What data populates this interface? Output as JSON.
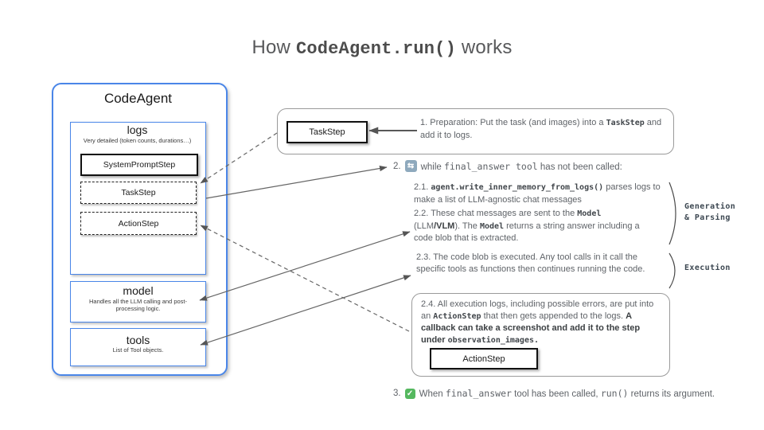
{
  "title": {
    "prefix": "How ",
    "code": "CodeAgent.run()",
    "suffix": " works"
  },
  "agent": {
    "name": "CodeAgent",
    "logs": {
      "title": "logs",
      "subtitle": "Very detailed (token counts, durations…)",
      "steps": [
        {
          "label": "SystemPromptStep",
          "style": "solid"
        },
        {
          "label": "TaskStep",
          "style": "dashed"
        },
        {
          "label": "ActionStep",
          "style": "dashed"
        }
      ]
    },
    "model": {
      "title": "model",
      "subtitle": "Handles all the LLM calling and post-processing logic."
    },
    "tools": {
      "title": "tools",
      "subtitle": "List of Tool objects."
    }
  },
  "steps": {
    "s1": {
      "box_label": "TaskStep",
      "parts": [
        "1.  Preparation: Put the task (and images) into a ",
        "TaskStep",
        " and add it to logs."
      ]
    },
    "s2": {
      "num": "2.",
      "icon": "loop-repeat-icon",
      "parts": [
        "while ",
        "final_answer tool",
        "  has not been called:"
      ]
    },
    "s21": {
      "parts": [
        "2.1.  ",
        "agent.write_inner_memory_from_logs()",
        "  parses logs to make a list of LLM-agnostic chat messages"
      ]
    },
    "s22": {
      "parts": [
        "2.2. These chat messages are sent to the ",
        "Model",
        " (LLM",
        "/VLM",
        "). The ",
        "Model",
        "  returns a string answer including a code blob that is extracted."
      ]
    },
    "s23": {
      "text": "2.3. The code blob is executed. Any tool calls in it call the specific tools as functions then continues running the code."
    },
    "s24": {
      "parts": [
        "2.4. All execution logs, including possible errors, are put into an ",
        "ActionStep",
        " that then gets appended to the logs. ",
        "A callback can  take a screenshot and add it to the step under ",
        "observation_images."
      ],
      "box_label": "ActionStep"
    },
    "s3": {
      "num": "3.",
      "icon": "check-icon",
      "parts": [
        "When ",
        "final_answer",
        " tool has been called, ",
        "run()",
        " returns its argument."
      ]
    }
  },
  "side_labels": {
    "generation_line1": "Generation",
    "generation_line2": "& Parsing",
    "execution": "Execution"
  },
  "icons": {
    "loop": "⇆",
    "check": "✓"
  },
  "colors": {
    "accent_blue": "#4a86e8",
    "body_gray": "#5f6368",
    "dark_text": "#3c4043",
    "line_gray": "#666666",
    "loop_icon_bg": "#8ea9bd",
    "check_icon_bg": "#55b85f"
  }
}
